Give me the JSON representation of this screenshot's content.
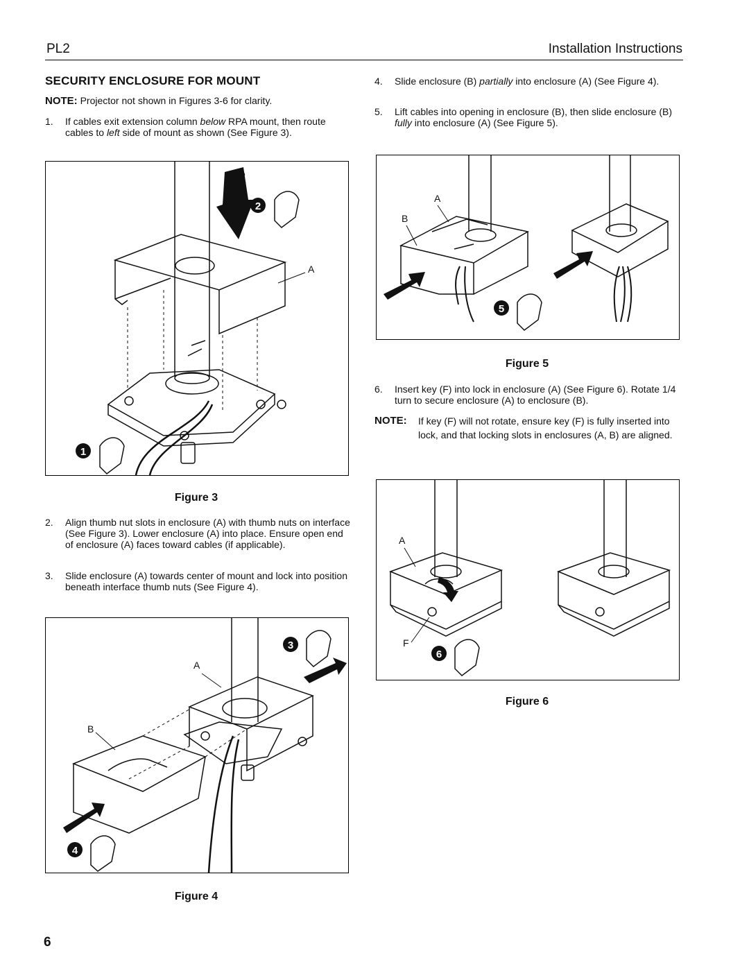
{
  "header": {
    "left": "PL2",
    "right": "Installation Instructions"
  },
  "section_title": "SECURITY ENCLOSURE FOR MOUNT",
  "note1": {
    "label": "NOTE:",
    "text": "Projector not shown in Figures 3-6 for clarity."
  },
  "steps": [
    {
      "num": "1.",
      "parts": [
        {
          "t": "If cables exit extension column "
        },
        {
          "t": "below",
          "i": true
        },
        {
          "t": " RPA mount, then route cables to "
        },
        {
          "t": "left",
          "i": true
        },
        {
          "t": " side of mount as shown (See Figure 3)."
        }
      ]
    },
    {
      "num": "2.",
      "parts": [
        {
          "t": "Align thumb nut slots in enclosure (A) with thumb nuts on interface (See Figure 3).  Lower enclosure (A) into place.  Ensure open end of enclosure (A) faces toward cables (if applicable)."
        }
      ]
    },
    {
      "num": "3.",
      "parts": [
        {
          "t": "Slide enclosure (A) towards center of mount and lock into position beneath interface thumb nuts (See Figure 4)."
        }
      ]
    },
    {
      "num": "4.",
      "parts": [
        {
          "t": "Slide enclosure (B) "
        },
        {
          "t": "partially",
          "i": true
        },
        {
          "t": " into enclosure (A) (See Figure 4)."
        }
      ]
    },
    {
      "num": "5.",
      "parts": [
        {
          "t": "Lift cables into opening in enclosure (B), then slide enclosure (B) "
        },
        {
          "t": "fully",
          "i": true
        },
        {
          "t": " into enclosure (A) (See Figure 5)."
        }
      ]
    },
    {
      "num": "6.",
      "parts": [
        {
          "t": "Insert key (F) into lock in enclosure (A) (See Figure 6).  Rotate 1/4 turn to secure enclosure (A) to enclosure (B)."
        }
      ]
    }
  ],
  "note2": {
    "label": "NOTE:",
    "text": "If key (F) will not rotate, ensure key (F) is fully inserted into lock, and that locking slots in enclosures (A, B) are aligned."
  },
  "figures": {
    "fig3": {
      "caption": "Figure 3",
      "label_a": "A",
      "badges": [
        "2",
        "1"
      ]
    },
    "fig4": {
      "caption": "Figure 4",
      "label_a": "A",
      "label_b": "B",
      "badges": [
        "3",
        "4"
      ]
    },
    "fig5": {
      "caption": "Figure 5",
      "label_a": "A",
      "label_b": "B",
      "badges": [
        "5"
      ]
    },
    "fig6": {
      "caption": "Figure 6",
      "label_a": "A",
      "label_f": "F",
      "badges": [
        "6"
      ]
    }
  },
  "page_number": "6"
}
